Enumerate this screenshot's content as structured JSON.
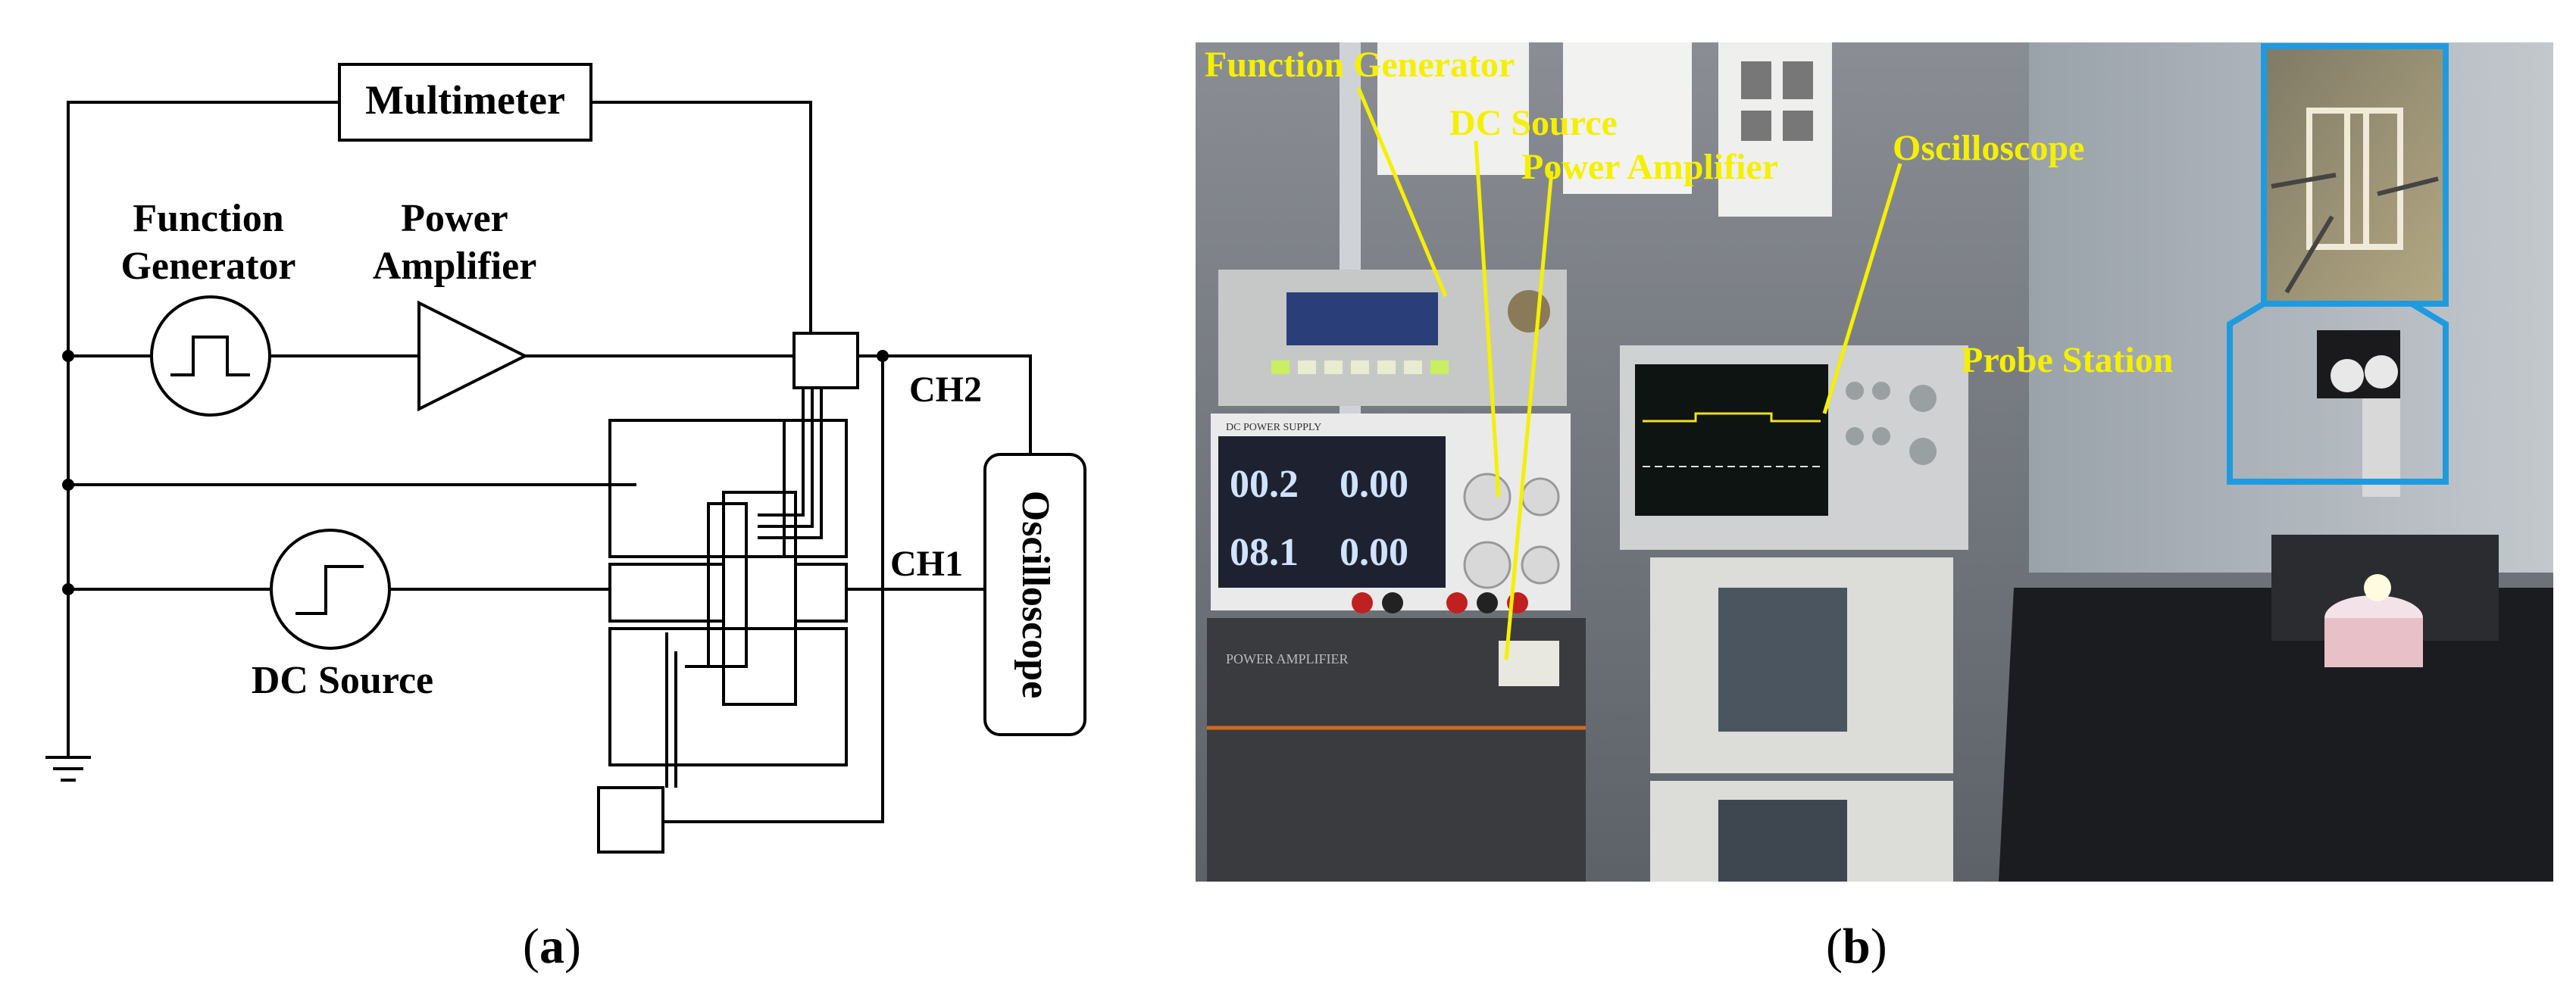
{
  "panel_a": {
    "labels": {
      "multimeter": "Multimeter",
      "function_generator_1": "Function",
      "function_generator_2": "Generator",
      "power_amplifier_1": "Power",
      "power_amplifier_2": "Amplifier",
      "dc_source": "DC Source",
      "ch2": "CH2",
      "ch1": "CH1",
      "oscilloscope": "Oscilloscope"
    },
    "caption": {
      "open": "(",
      "letter": "a",
      "close": ")"
    }
  },
  "panel_b": {
    "labels": {
      "function_generator": "Function Generator",
      "dc_source": "DC Source",
      "power_amplifier": "Power Amplifier",
      "oscilloscope": "Oscilloscope",
      "probe_station": "Probe Station"
    },
    "colors": {
      "label": "#f5f000",
      "inset_frame": "#1e9be0"
    },
    "instrument_text": {
      "psu_title": "DC POWER SUPPLY",
      "psu_v1": "00.2",
      "psu_a1": "0.00",
      "psu_v2": "08.1",
      "psu_a2": "0.00",
      "amp_panel": "POWER AMPLIFIER"
    },
    "caption": {
      "open": "(",
      "letter": "b",
      "close": ")"
    }
  }
}
